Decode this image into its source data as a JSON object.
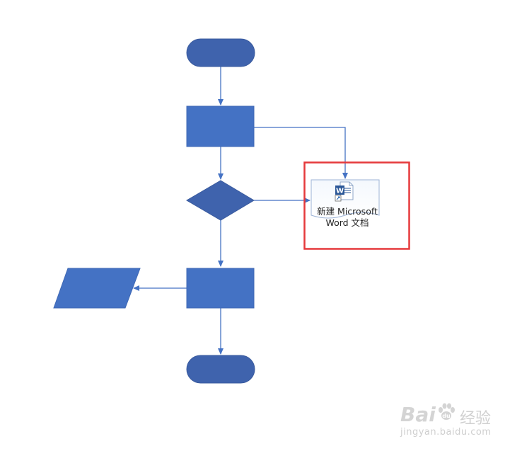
{
  "diagram": {
    "type": "flowchart",
    "shape_fill": "#4472c4",
    "terminal_fill": "#3f63ad",
    "connector_color": "#4472c4",
    "highlight_color": "#e5393b",
    "embedded_file": {
      "icon": "word-document-icon",
      "label_line1": "新建 Microsoft",
      "label_line2": "Word 文档"
    }
  },
  "watermark": {
    "brand": "Bai",
    "brand_cn": "经验",
    "url": "jingyan.baidu.com"
  }
}
